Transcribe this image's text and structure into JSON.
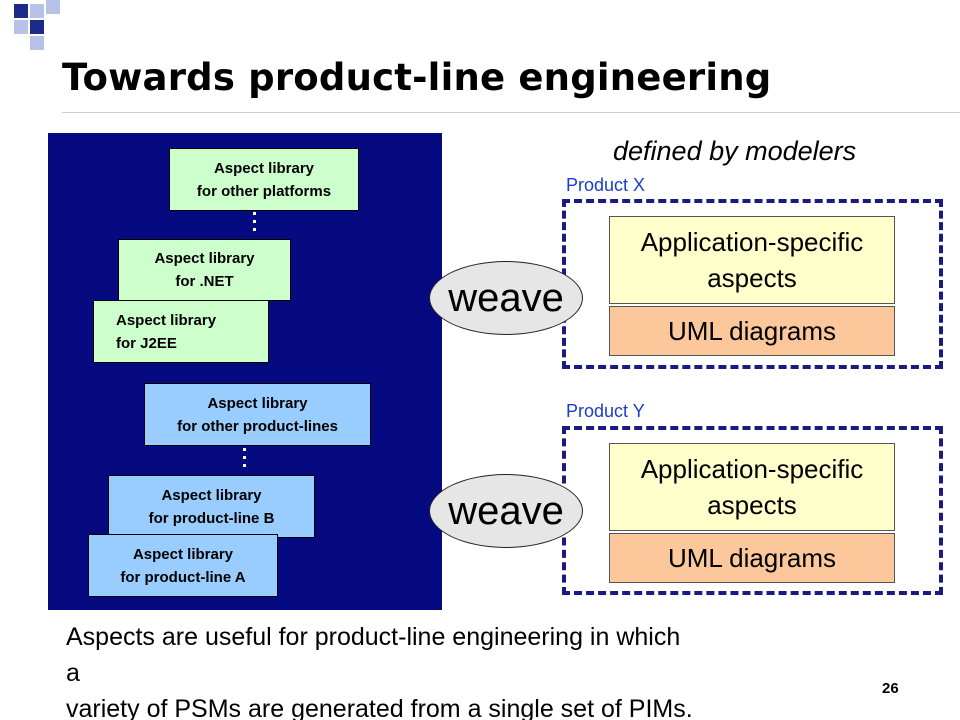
{
  "colors": {
    "panel_background": "#050a80",
    "library_platform": "#ccffcc",
    "library_product_line": "#99ccff",
    "application_aspects": "#ffffcc",
    "uml_diagrams": "#fcc89b",
    "product_label": "#1a3ec8",
    "deco_dark": "#1c2a8c",
    "deco_light": "#b8c2e8"
  },
  "slide": {
    "title": "Towards product-line engineering",
    "page_number": "26"
  },
  "libraries": {
    "platform": [
      {
        "line1": "Aspect library",
        "line2": "for other platforms"
      },
      {
        "line1": "Aspect library",
        "line2": "for .NET"
      },
      {
        "line1": "Aspect library",
        "line2": "for J2EE"
      }
    ],
    "product_line": [
      {
        "line1": "Aspect library",
        "line2": "for other product-lines"
      },
      {
        "line1": "Aspect library",
        "line2": "for product-line B"
      },
      {
        "line1": "Aspect library",
        "line2": "for product-line A"
      }
    ]
  },
  "weave_label": "weave",
  "defined_by": "defined by modelers",
  "products": [
    {
      "label": "Product X",
      "app_line1": "Application-specific",
      "app_line2": "aspects",
      "uml": "UML diagrams"
    },
    {
      "label": "Product Y",
      "app_line1": "Application-specific",
      "app_line2": "aspects",
      "uml": "UML diagrams"
    }
  ],
  "caption": {
    "line1": "Aspects are useful for product-line engineering in which",
    "line2": "a",
    "line3": "variety of PSMs are generated from a single set of PIMs."
  }
}
